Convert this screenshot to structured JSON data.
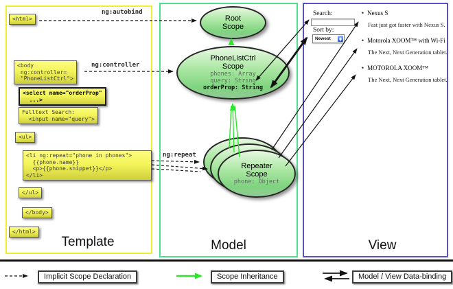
{
  "colors": {
    "template_border": "#f0ee2e",
    "model_border": "#4ce08f",
    "view_border": "#5a50cc",
    "box_yellow_top": "#fcfc7e",
    "box_yellow_bottom": "#cfcf3c",
    "scope_fill_top": "#e7f8e1",
    "scope_fill_bottom": "#7fd47f",
    "inheritance_green": "#2ee52e",
    "arrow_black": "#141414",
    "select_blue": "#4a7ef0"
  },
  "template": {
    "column_label": "Template",
    "autobind_label": "ng:autobind",
    "controller_label": "ng:controller",
    "repeat_label": "ng:repeat",
    "html_open": "<html>",
    "body_open_1": "<body",
    "body_open_2": " ng:controller=",
    "body_open_3": " \"PhoneListCtrl\">",
    "select_1": "<select name=\"orderProp\"",
    "select_2": "  ...>",
    "fulltext_1": "Fulltext Search:",
    "fulltext_2": "  <input name=\"query\">",
    "ul_open": "<ul>",
    "li_1": "<li ng:repeat=\"phone in phones\">",
    "li_2": "  {{phone.name}}",
    "li_3": "  <p>{{phone.snippet}}</p>",
    "li_4": "</li>",
    "ul_close": "</ul>",
    "body_close": "</body>",
    "html_close": "</html>"
  },
  "model": {
    "column_label": "Model",
    "root_scope": {
      "line1": "Root",
      "line2": "Scope"
    },
    "ctrl_scope": {
      "line1": "PhoneListCtrl",
      "line2": "Scope",
      "prop1": "phones: Array",
      "prop2": "query: String",
      "prop3": "orderProp: String"
    },
    "repeater_scope": {
      "line1": "Repeater",
      "line2": "Scope",
      "prop1": "phone: Object"
    }
  },
  "view": {
    "column_label": "View",
    "search_label": "Search:",
    "sort_label": "Sort by:",
    "sort_value": "Newest",
    "bullet": "•",
    "products": [
      {
        "title": "Nexus S",
        "desc": "Fast just got faster with Nexus S."
      },
      {
        "title": "Motorola XOOM™  with Wi-Fi",
        "desc": "The Next, Next Generation tablet."
      },
      {
        "title": "MOTOROLA XOOM™",
        "desc": "The Next, Next Generation tablet."
      }
    ]
  },
  "legend": {
    "implicit": "Implicit Scope Declaration",
    "inheritance": "Scope Inheritance",
    "databinding": "Model / View Data-binding"
  }
}
